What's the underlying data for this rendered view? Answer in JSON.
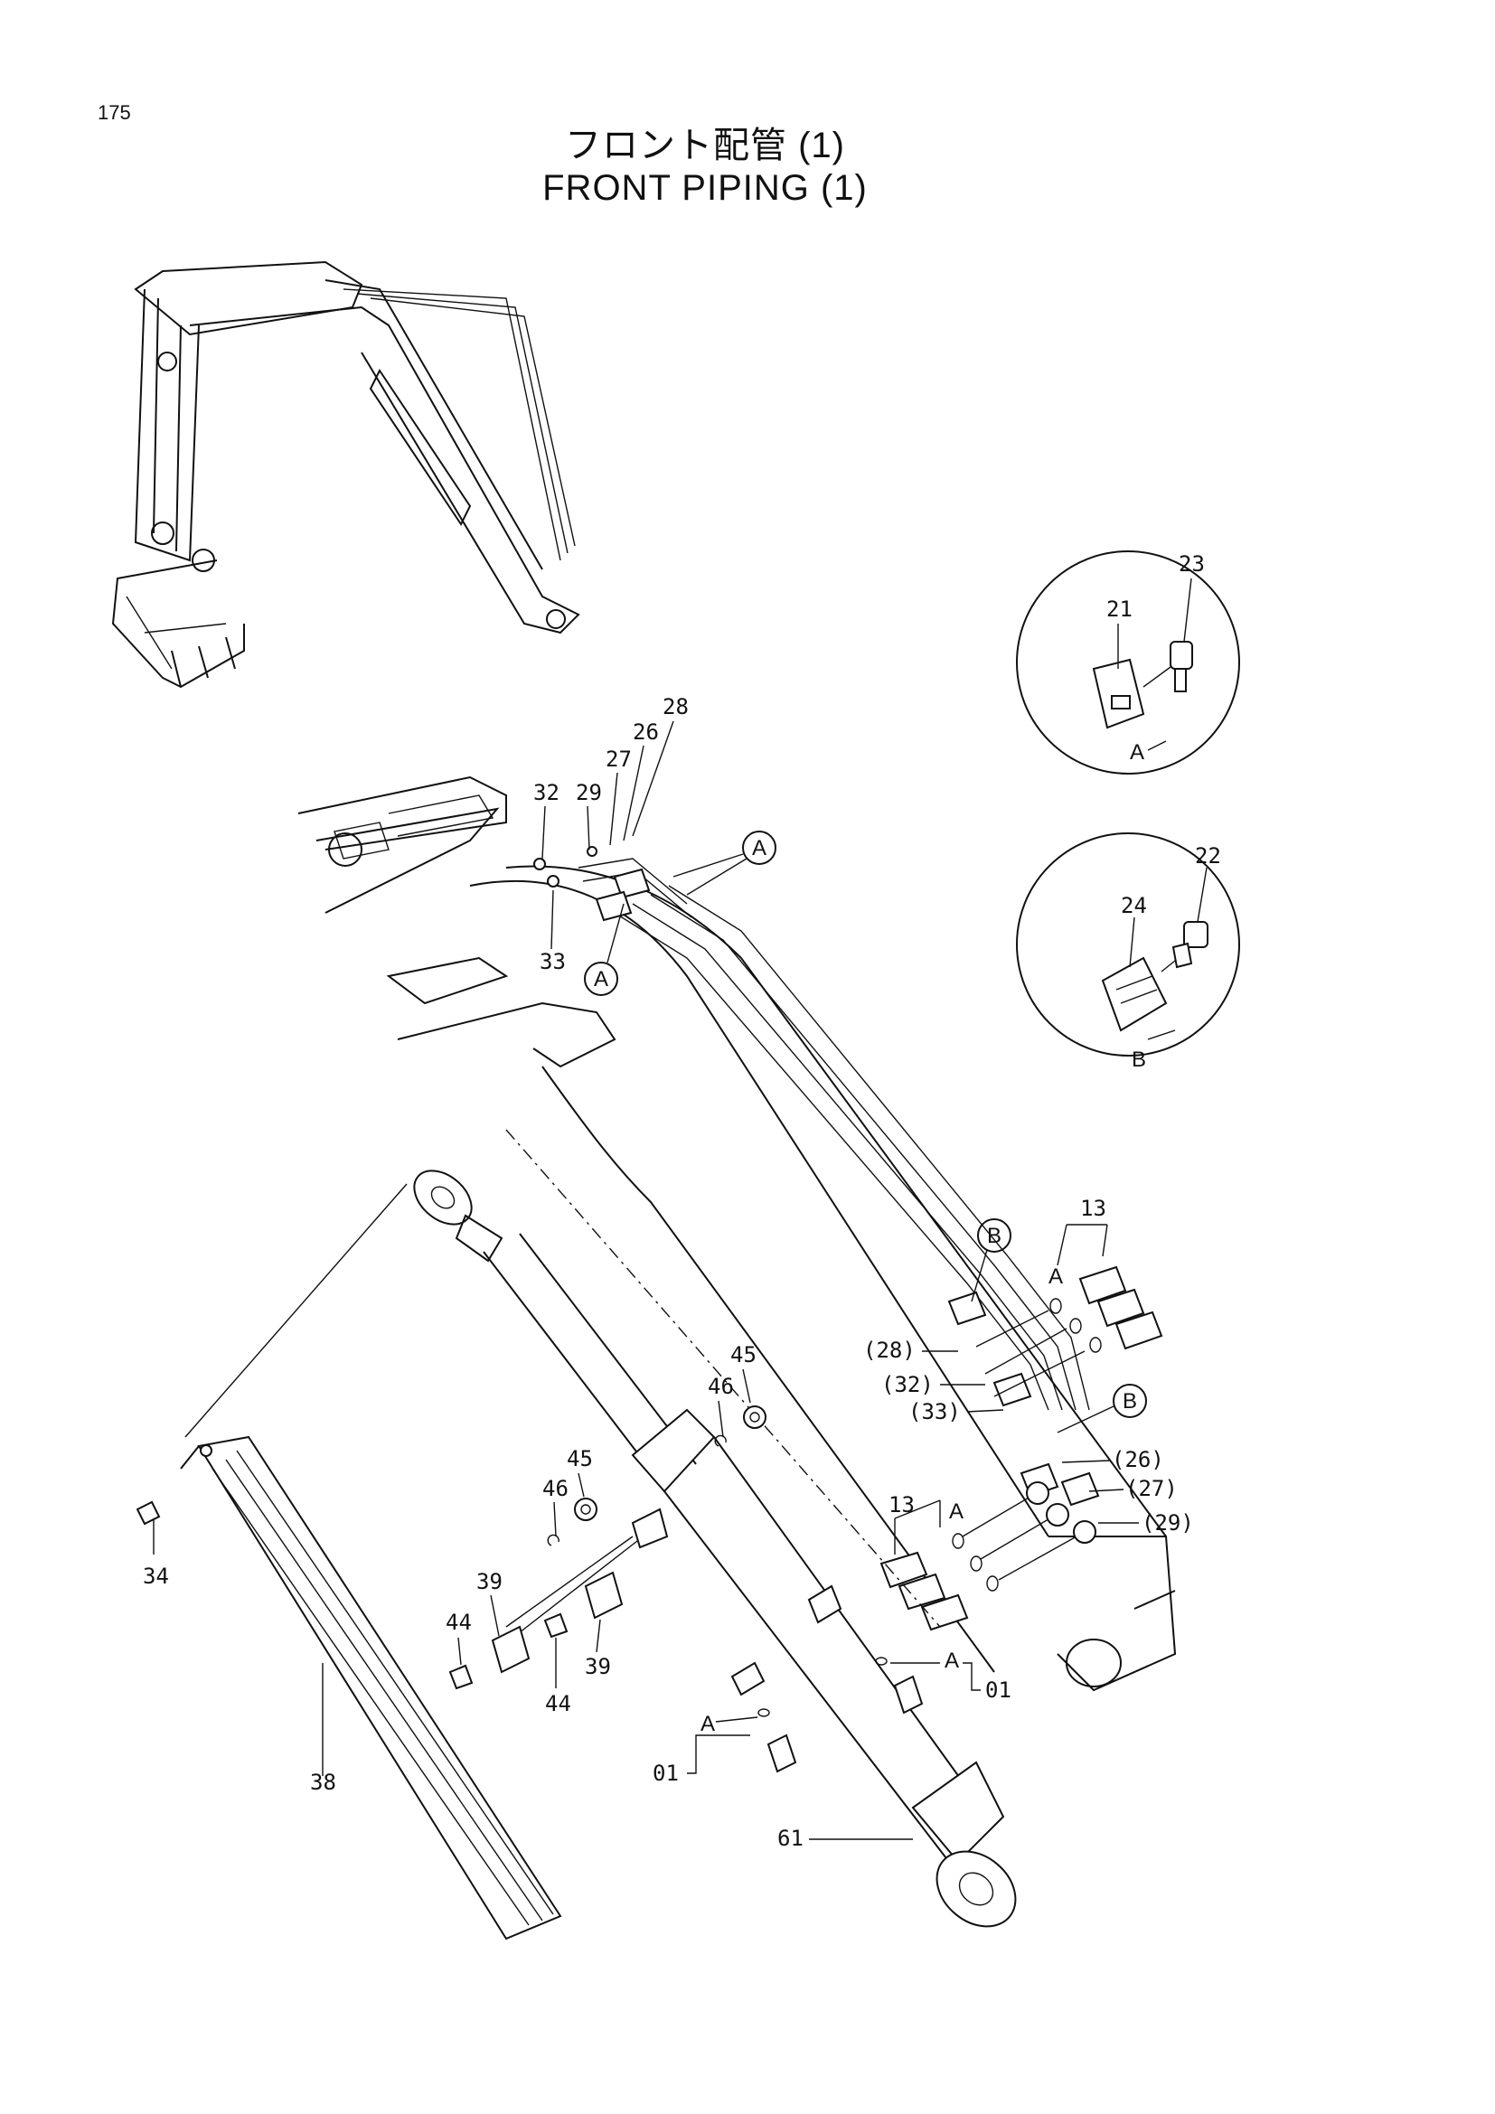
{
  "page": {
    "number": "175"
  },
  "title": {
    "japanese": "フロント配管 (1)",
    "english": "FRONT PIPING (1)"
  },
  "detail_views": [
    {
      "view_label": "A",
      "parts": [
        "21",
        "23"
      ]
    },
    {
      "view_label": "B",
      "parts": [
        "24",
        "22"
      ]
    }
  ],
  "callouts": {
    "p01a": "01",
    "p01b": "01",
    "p13a": "13",
    "p13b": "13",
    "p21": "21",
    "p22": "22",
    "p23": "23",
    "p24": "24",
    "p26": "26",
    "p27": "27",
    "p28": "28",
    "p29": "29",
    "p32": "32",
    "p33": "33",
    "p34": "34",
    "p38": "38",
    "p39a": "39",
    "p39b": "39",
    "p44a": "44",
    "p44b": "44",
    "p45a": "45",
    "p45b": "45",
    "p46a": "46",
    "p46b": "46",
    "p61": "61",
    "p26r": "(26)",
    "p27r": "(27)",
    "p28r": "(28)",
    "p29r": "(29)",
    "p32r": "(32)",
    "p33r": "(33)",
    "markA": "A",
    "markB": "B",
    "viewA": "A",
    "viewB": "B",
    "subA1": "A",
    "subA2": "A",
    "subA3": "A",
    "subA4": "A",
    "circA1": "A",
    "circA2": "A",
    "circB1": "B",
    "circB2": "B"
  }
}
